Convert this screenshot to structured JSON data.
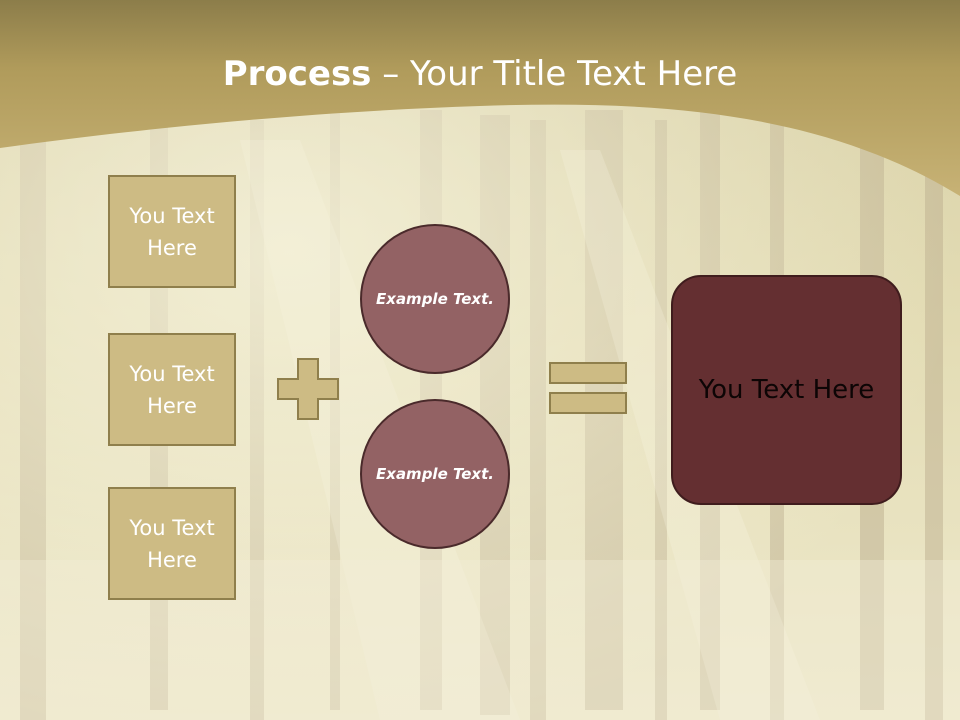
{
  "slide": {
    "title_bold": "Process",
    "title_rest": " – Your Title Text Here"
  },
  "inputs": [
    {
      "label": "You Text Here"
    },
    {
      "label": "You Text Here"
    },
    {
      "label": "You Text Here"
    }
  ],
  "circles": [
    {
      "label": "Example Text."
    },
    {
      "label": "Example Text."
    }
  ],
  "result": {
    "label": "You Text Here"
  },
  "colors": {
    "header_band": "#b9a461",
    "input_box_fill": "#cdbb84",
    "circle_fill": "#936264",
    "result_fill": "#642f31",
    "operator_fill": "#cdbb84"
  }
}
